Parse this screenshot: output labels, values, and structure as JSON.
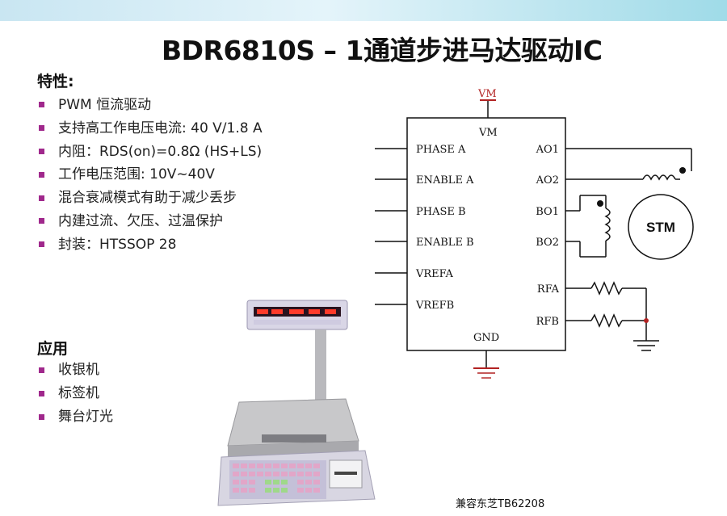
{
  "title": "BDR6810S – 1通道步进马达驱动IC",
  "features": {
    "heading": "特性:",
    "items": [
      "PWM 恒流驱动",
      "支持高工作电压电流: 40 V/1.8 A",
      "内阻：RDS(on)=0.8Ω (HS+LS)",
      "工作电压范围: 10V~40V",
      "混合衰减模式有助于减少丢步",
      "内建过流、欠压、过温保护",
      "封装：HTSSOP 28"
    ]
  },
  "applications": {
    "heading": "应用",
    "items": [
      "收银机",
      "标签机",
      "舞台灯光"
    ]
  },
  "schematic": {
    "supply_label": "VM",
    "ic_vm": "VM",
    "ic_gnd": "GND",
    "left_pins": [
      "PHASE A",
      "ENABLE A",
      "PHASE B",
      "ENABLE B",
      "VREFA",
      "VREFB"
    ],
    "right_pins": [
      "AO1",
      "AO2",
      "BO1",
      "BO2",
      "RFA",
      "RFB"
    ],
    "motor_label": "STM",
    "wire_color": "#111111",
    "supply_color": "#b22222"
  },
  "footnote": "兼容东芝TB62208"
}
